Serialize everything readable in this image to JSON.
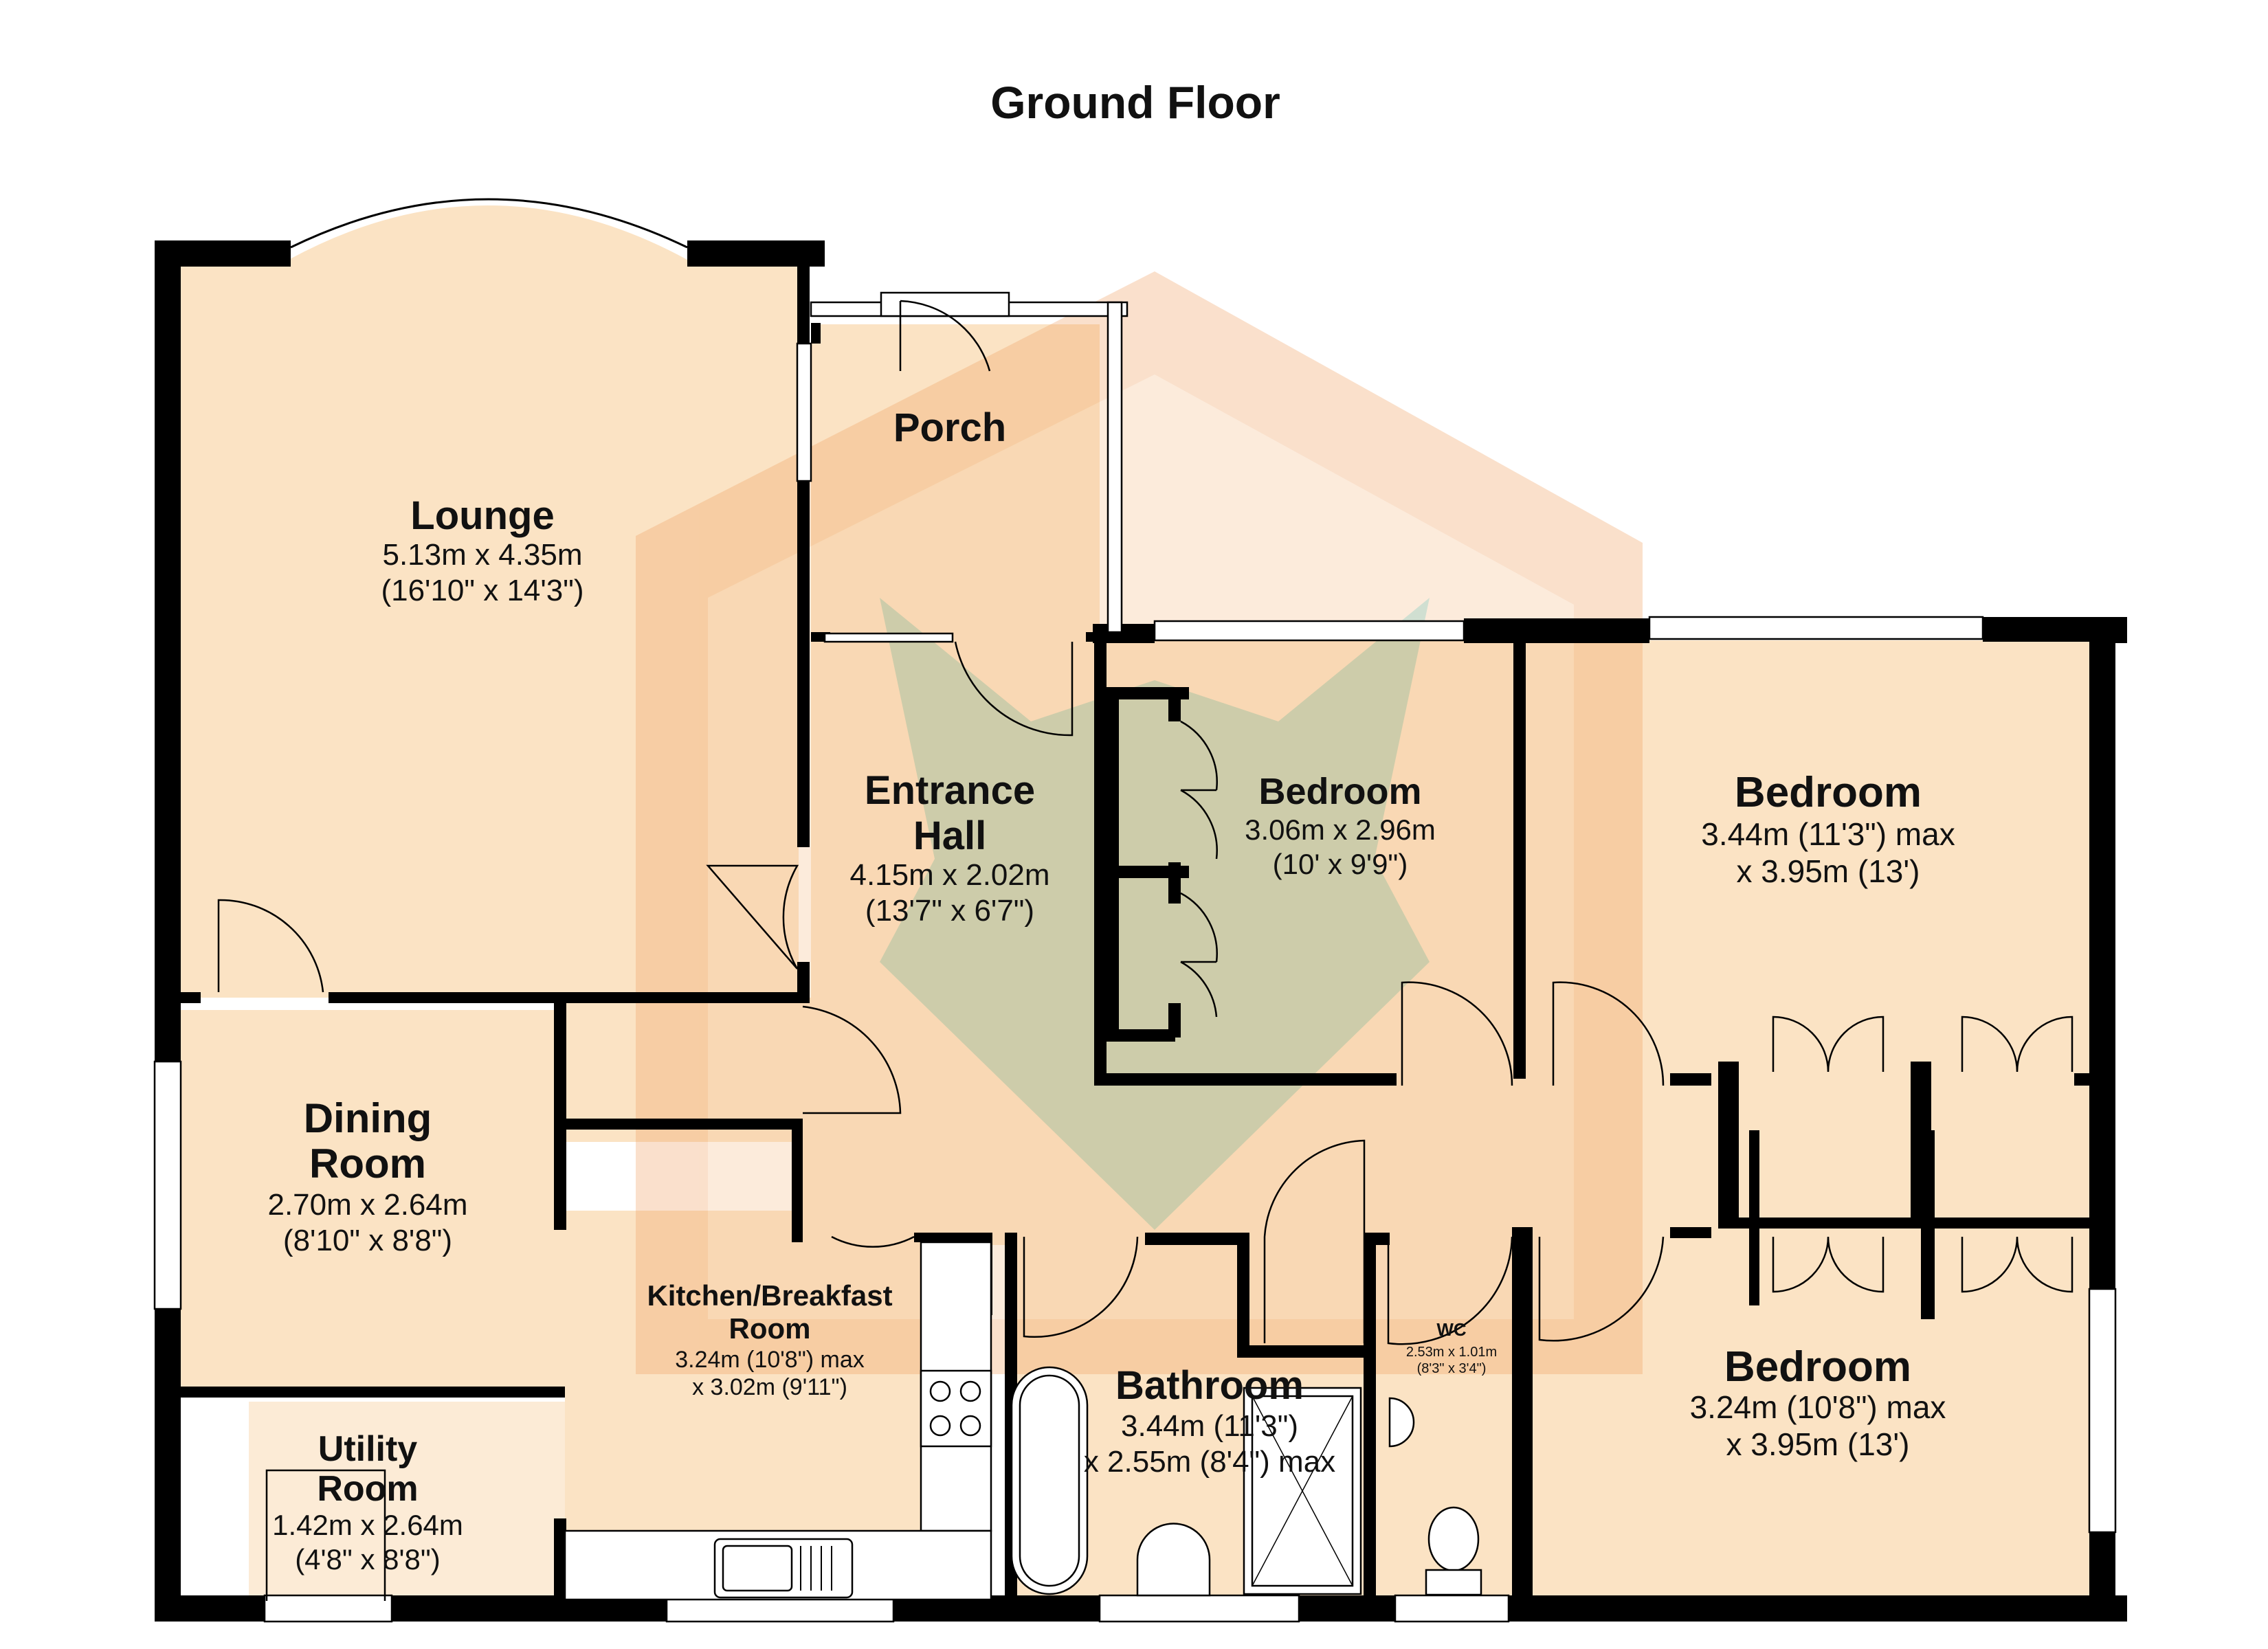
{
  "title": "Ground Floor",
  "colors": {
    "room_fill": "#fbe3c4",
    "utility_fill": "#fcebd6",
    "wall": "#000000",
    "watermark_orange": "#ee8a3c",
    "watermark_green": "#6f9f74"
  },
  "rooms": {
    "lounge": {
      "name": "Lounge",
      "dim1": "5.13m x 4.35m",
      "dim2": "(16'10\" x 14'3\")"
    },
    "porch": {
      "name": "Porch"
    },
    "hall": {
      "name1": "Entrance",
      "name2": "Hall",
      "dim1": "4.15m x 2.02m",
      "dim2": "(13'7\" x 6'7\")"
    },
    "bedroom1": {
      "name": "Bedroom",
      "dim1": "3.06m x 2.96m",
      "dim2": "(10' x 9'9\")"
    },
    "bedroom2": {
      "name": "Bedroom",
      "dim1": "3.44m (11'3\") max",
      "dim2": "x 3.95m (13')"
    },
    "bedroom3": {
      "name": "Bedroom",
      "dim1": "3.24m (10'8\") max",
      "dim2": "x 3.95m (13')"
    },
    "dining": {
      "name1": "Dining",
      "name2": "Room",
      "dim1": "2.70m x 2.64m",
      "dim2": "(8'10\" x 8'8\")"
    },
    "kitchen": {
      "name1": "Kitchen/Breakfast",
      "name2": "Room",
      "dim1": "3.24m (10'8\") max",
      "dim2": "x 3.02m (9'11\")"
    },
    "bathroom": {
      "name": "Bathroom",
      "dim1": "3.44m (11'3\")",
      "dim2": "x 2.55m (8'4\") max"
    },
    "wc": {
      "name": "WC",
      "dim1": "2.53m x 1.01m",
      "dim2": "(8'3\" x 3'4\")"
    },
    "utility": {
      "name1": "Utility",
      "name2": "Room",
      "dim1": "1.42m x 2.64m",
      "dim2": "(4'8\" x 8'8\")"
    }
  }
}
